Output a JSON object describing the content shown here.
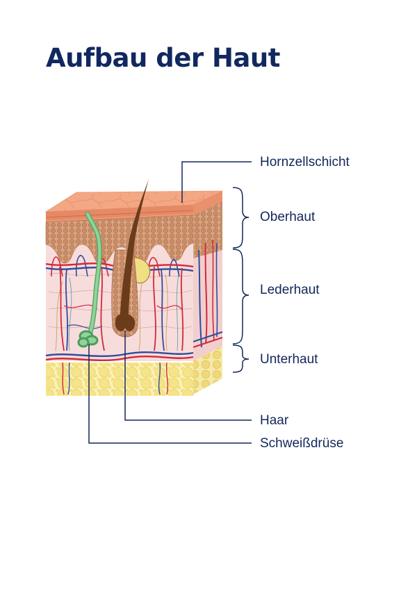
{
  "title": "Aufbau der Haut",
  "labels": {
    "hornzellschicht": "Hornzellschicht",
    "oberhaut": "Oberhaut",
    "lederhaut": "Lederhaut",
    "unterhaut": "Unterhaut",
    "haar": "Haar",
    "schweissdruese": "Schweißdrüse"
  },
  "colors": {
    "title": "#11285f",
    "line": "#13265a",
    "stratum_corneum": "#f0a27c",
    "epidermis": "#d6a07c",
    "dermis": "#f6d6d6",
    "fat": "#f8ea9c",
    "hair": "#6b3c1c",
    "sweat_gland": "#7cc98a",
    "artery": "#d2283a",
    "vein": "#2e4d9a"
  }
}
